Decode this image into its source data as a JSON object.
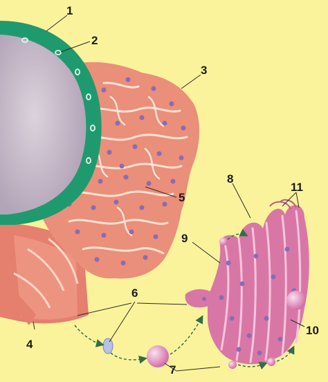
{
  "diagram": {
    "background_color": "#fbf39b",
    "colors": {
      "nuclear_envelope": "#1f9a6e",
      "nucleus": "#c9bccb",
      "rough_er": "#ea8f79",
      "golgi": "#d877a6",
      "ribosome": "#8a6bb5",
      "vesicle": "#e9a4cf"
    },
    "labels": {
      "l1": "1",
      "l2": "2",
      "l3": "3",
      "l4": "4",
      "l5": "5",
      "l6": "6",
      "l7": "7",
      "l8": "8",
      "l9": "9",
      "l10": "10",
      "l11": "11"
    }
  }
}
